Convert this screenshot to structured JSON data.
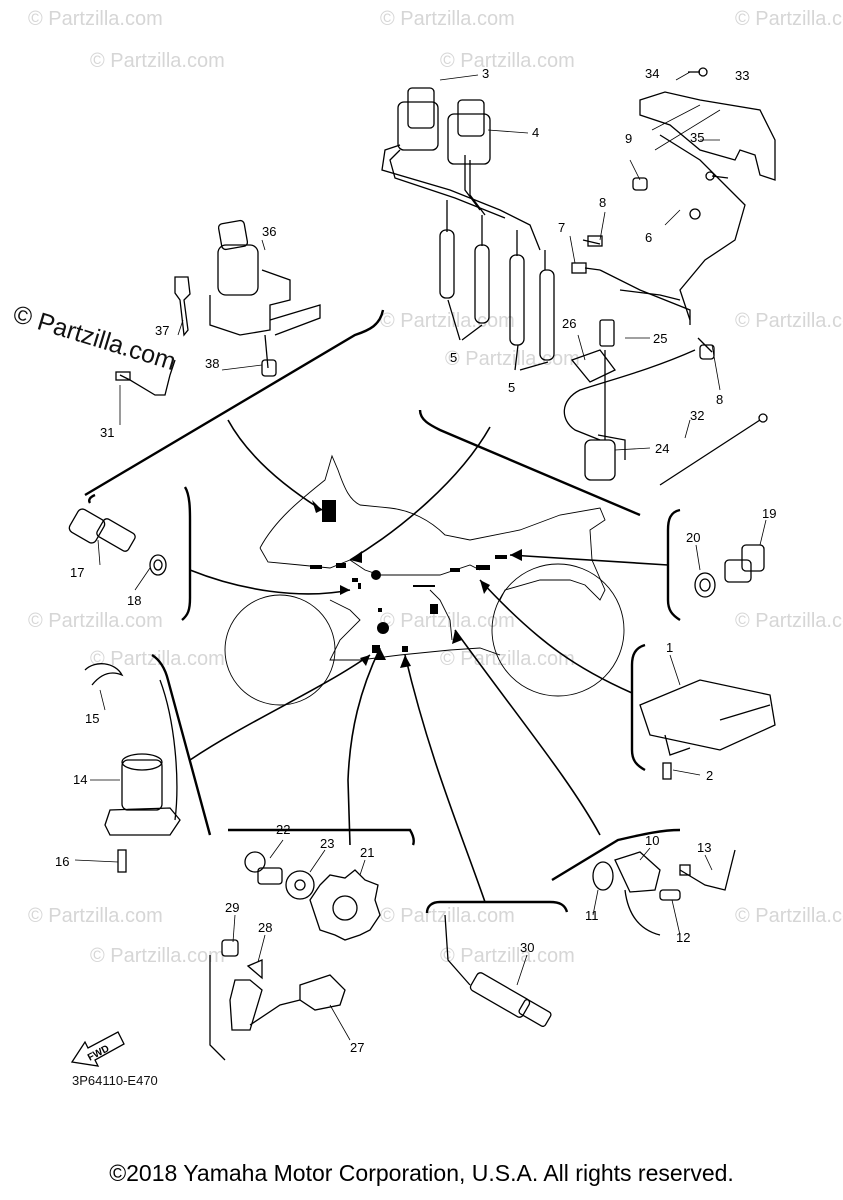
{
  "watermark": "© Partzilla.com",
  "brand_watermark": "© Partzilla.com",
  "diagram_code": "3P64110-E470",
  "fwd_label": "FWD",
  "copyright": "©2018 Yamaha Motor Corporation, U.S.A. All rights reserved.",
  "callouts": {
    "c1": "1",
    "c2": "2",
    "c3": "3",
    "c4": "4",
    "c5a": "5",
    "c5b": "5",
    "c6": "6",
    "c7": "7",
    "c8a": "8",
    "c8b": "8",
    "c9": "9",
    "c10": "10",
    "c11": "11",
    "c12": "12",
    "c13": "13",
    "c14": "14",
    "c15": "15",
    "c16": "16",
    "c17": "17",
    "c18": "18",
    "c19": "19",
    "c20": "20",
    "c21": "21",
    "c22": "22",
    "c23": "23",
    "c24": "24",
    "c25": "25",
    "c26": "26",
    "c27": "27",
    "c28": "28",
    "c29": "29",
    "c30": "30",
    "c31": "31",
    "c32": "32",
    "c33": "33",
    "c34": "34",
    "c35": "35",
    "c36": "36",
    "c37": "37",
    "c38": "38"
  }
}
